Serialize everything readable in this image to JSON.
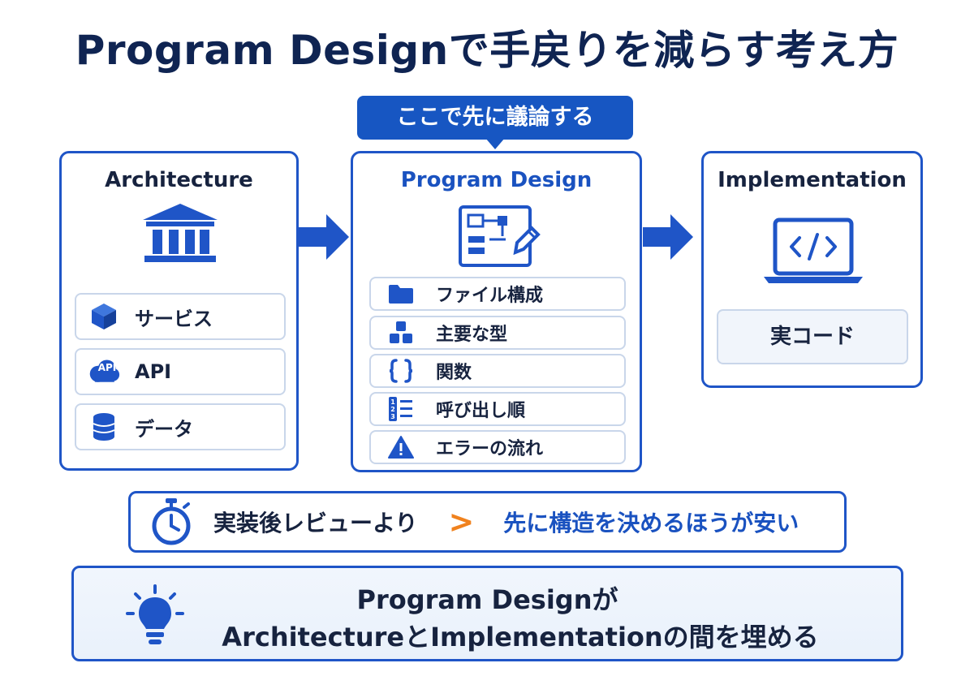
{
  "title": "Program Designで手戻りを減らす考え方",
  "callout": "ここで先に議論する",
  "panels": {
    "architecture": {
      "title": "Architecture",
      "items": [
        {
          "label": "サービス",
          "icon": "cube-icon"
        },
        {
          "label": "API",
          "icon": "api-cloud-icon"
        },
        {
          "label": "データ",
          "icon": "database-icon"
        }
      ]
    },
    "program_design": {
      "title": "Program Design",
      "items": [
        {
          "label": "ファイル構成",
          "icon": "folder-icon"
        },
        {
          "label": "主要な型",
          "icon": "blocks-icon"
        },
        {
          "label": "関数",
          "icon": "braces-icon"
        },
        {
          "label": "呼び出し順",
          "icon": "numbered-list-icon"
        },
        {
          "label": "エラーの流れ",
          "icon": "warning-icon"
        }
      ]
    },
    "implementation": {
      "title": "Implementation",
      "item": "実コード"
    }
  },
  "api_icon_text": "API",
  "numbered_icon_digits": [
    "1",
    "2",
    "3"
  ],
  "banner1": {
    "left": "実装後レビューより",
    "separator": ">",
    "right": "先に構造を決めるほうが安い"
  },
  "banner2": {
    "line1": "Program Designが",
    "line2": "ArchitectureとImplementationの間を埋める"
  },
  "colors": {
    "primary": "#1f55c7",
    "dark": "#0f2452",
    "accent_orange": "#f0821e"
  }
}
